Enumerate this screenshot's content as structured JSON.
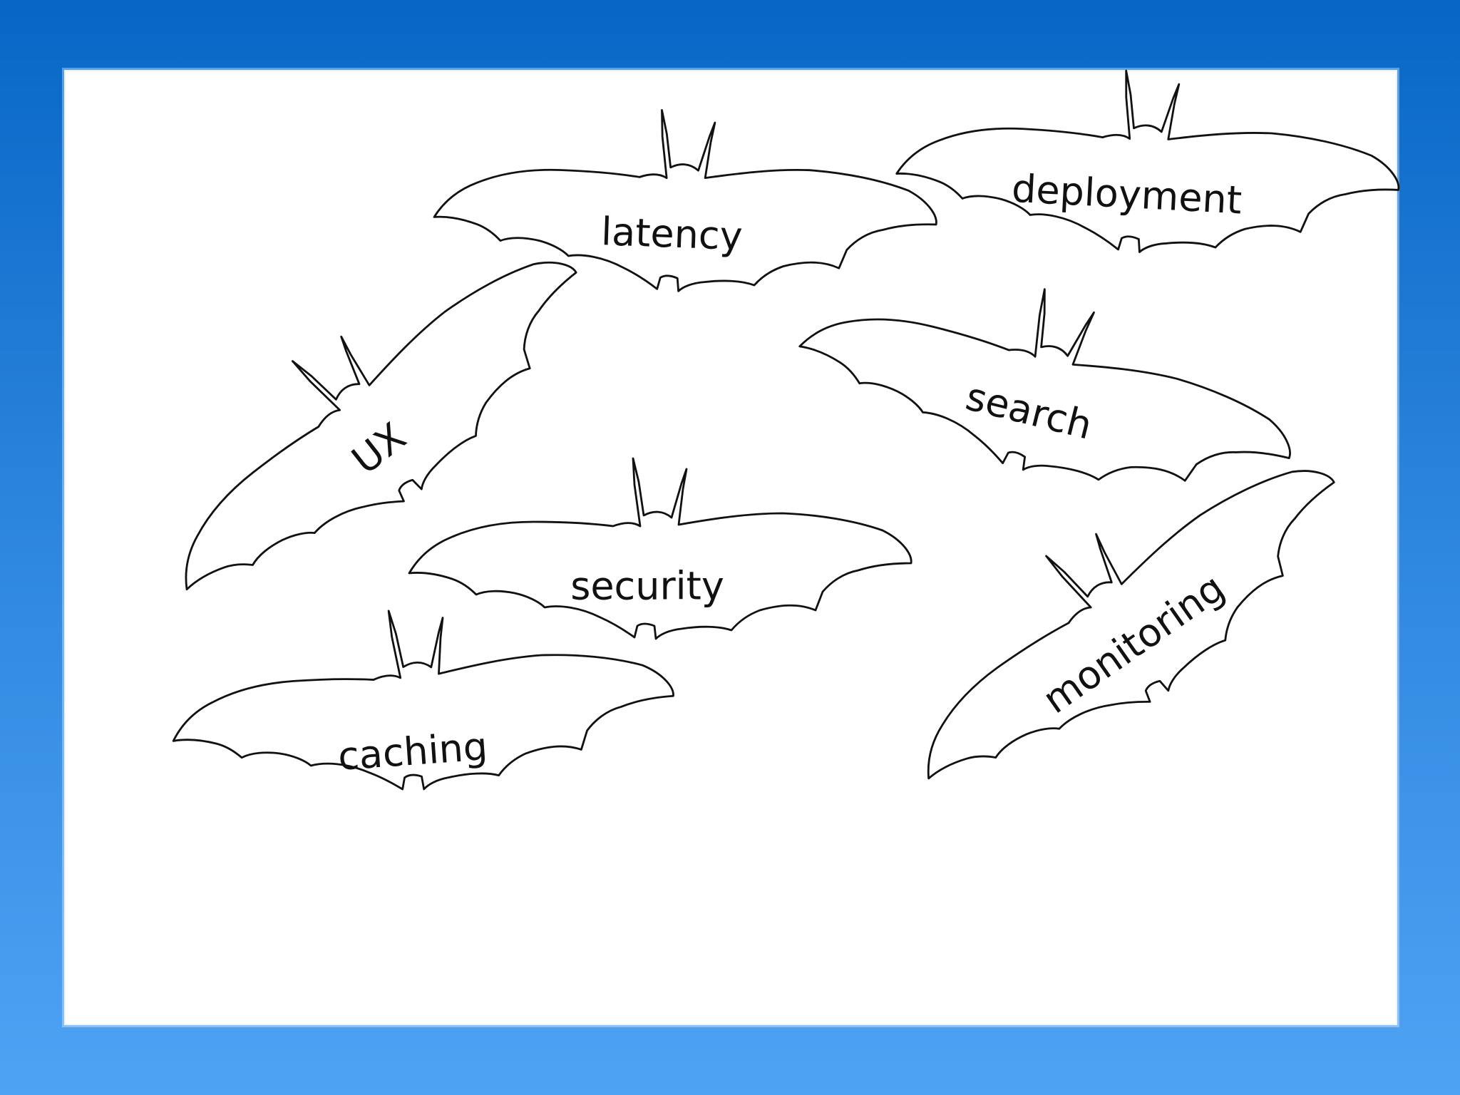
{
  "labels": {
    "latency": "latency",
    "deployment": "deployment",
    "ux": "UX",
    "search": "search",
    "security": "security",
    "caching": "caching",
    "monitoring": "monitoring"
  },
  "colors": {
    "background_top": "#0766c6",
    "background_bottom": "#4fa3f5",
    "card": "#ffffff",
    "outline": "#111111"
  }
}
